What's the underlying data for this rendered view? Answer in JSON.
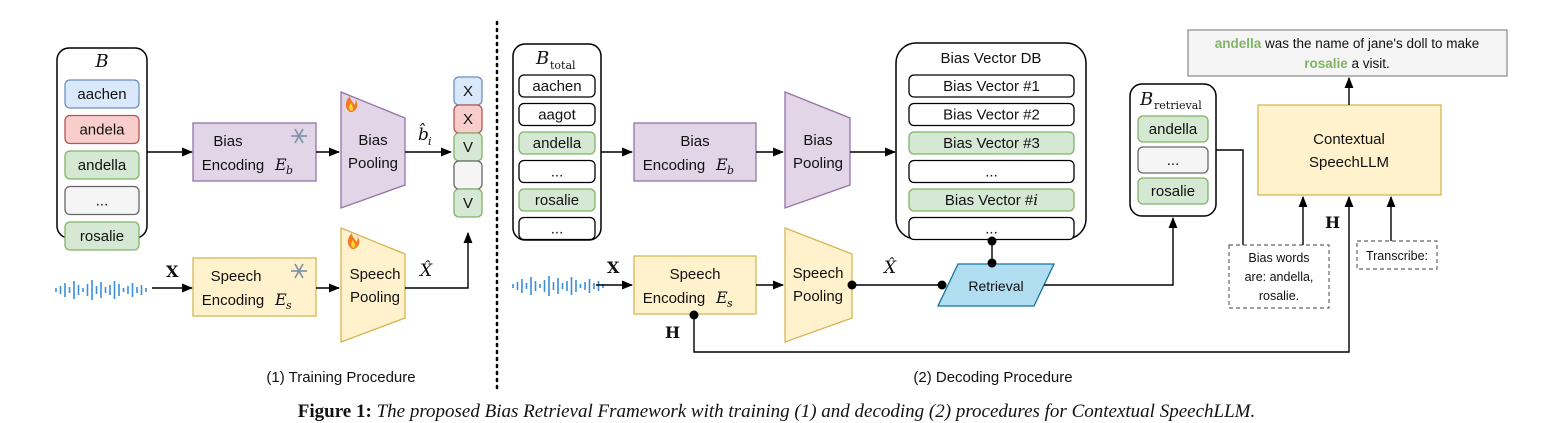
{
  "training": {
    "list_title": "B",
    "list_items": [
      {
        "text": "aachen",
        "color": "#dae8fc"
      },
      {
        "text": "andela",
        "color": "#f8cecc"
      },
      {
        "text": "andella",
        "color": "#d5e8d4"
      },
      {
        "text": "...",
        "color": "#f5f5f5"
      },
      {
        "text": "rosalie",
        "color": "#d5e8d4"
      }
    ],
    "bias_encoding_label": "Bias",
    "bias_encoding_sub": "Encoding",
    "bias_encoding_sym": "E",
    "bias_encoding_subscript": "b",
    "bias_pooling_label1": "Bias",
    "bias_pooling_label2": "Pooling",
    "bias_vec_sym": "b̂",
    "bias_vec_subscript": "i",
    "result_items": [
      {
        "text": "X",
        "color": "#dae8fc"
      },
      {
        "text": "X",
        "color": "#f8cecc"
      },
      {
        "text": "V",
        "color": "#d5e8d4"
      },
      {
        "text": "",
        "color": "#f5f5f5"
      },
      {
        "text": "V",
        "color": "#d5e8d4"
      }
    ],
    "speech_input_sym": "X",
    "speech_encoding_label": "Speech",
    "speech_encoding_sub": "Encoding",
    "speech_encoding_sym": "E",
    "speech_encoding_subscript": "s",
    "speech_pooling_label1": "Speech",
    "speech_pooling_label2": "Pooling",
    "speech_vec_sym": "X̂",
    "section_label": "(1) Training Procedure"
  },
  "decoding": {
    "list_title": "B",
    "list_title_subscript": "total",
    "list_items": [
      {
        "text": "aachen",
        "color": "#ffffff"
      },
      {
        "text": "aagot",
        "color": "#ffffff"
      },
      {
        "text": "andella",
        "color": "#d5e8d4"
      },
      {
        "text": "...",
        "color": "#ffffff"
      },
      {
        "text": "rosalie",
        "color": "#d5e8d4"
      },
      {
        "text": "...",
        "color": "#ffffff"
      }
    ],
    "bias_encoding_label": "Bias",
    "bias_encoding_sub": "Encoding",
    "bias_encoding_sym": "E",
    "bias_encoding_subscript": "b",
    "bias_pooling_label1": "Bias",
    "bias_pooling_label2": "Pooling",
    "db_title": "Bias Vector DB",
    "db_items": [
      {
        "text": "Bias Vector #1",
        "color": "#ffffff"
      },
      {
        "text": "Bias Vector #2",
        "color": "#ffffff"
      },
      {
        "text": "Bias Vector #3",
        "color": "#d5e8d4"
      },
      {
        "text": "...",
        "color": "#ffffff"
      },
      {
        "text": "Bias Vector #",
        "italic_suffix": "i",
        "color": "#d5e8d4"
      },
      {
        "text": "...",
        "color": "#ffffff"
      }
    ],
    "retrieved_title": "B",
    "retrieved_title_subscript": "retrieval",
    "retrieved_items": [
      {
        "text": "andella",
        "color": "#d5e8d4"
      },
      {
        "text": "...",
        "color": "#f5f5f5"
      },
      {
        "text": "rosalie",
        "color": "#d5e8d4"
      }
    ],
    "speech_input_sym": "X",
    "speech_encoding_label": "Speech",
    "speech_encoding_sub": "Encoding",
    "speech_encoding_sym": "E",
    "speech_encoding_subscript": "s",
    "speech_pooling_label1": "Speech",
    "speech_pooling_label2": "Pooling",
    "speech_vec_sym": "X̂",
    "retrieval_label": "Retrieval",
    "hidden_sym": "H",
    "hidden_sym2": "H",
    "llm_label1": "Contextual",
    "llm_label2": "SpeechLLM",
    "prompt_lines": [
      "Bias words",
      "are: andella,",
      "rosalie."
    ],
    "transcribe_label": "Transcribe:",
    "output_line1": {
      "w1": "andella",
      "rest": " was the name of jane's doll to make"
    },
    "output_line2": {
      "w1": "rosalie",
      "rest": " a visit."
    },
    "highlight_color": "#82b366",
    "section_label": "(2) Decoding Procedure"
  },
  "caption": {
    "label": "Figure 1:",
    "text": "The proposed Bias Retrieval Framework with training (1) and decoding (2) procedures for Contextual SpeechLLM."
  }
}
